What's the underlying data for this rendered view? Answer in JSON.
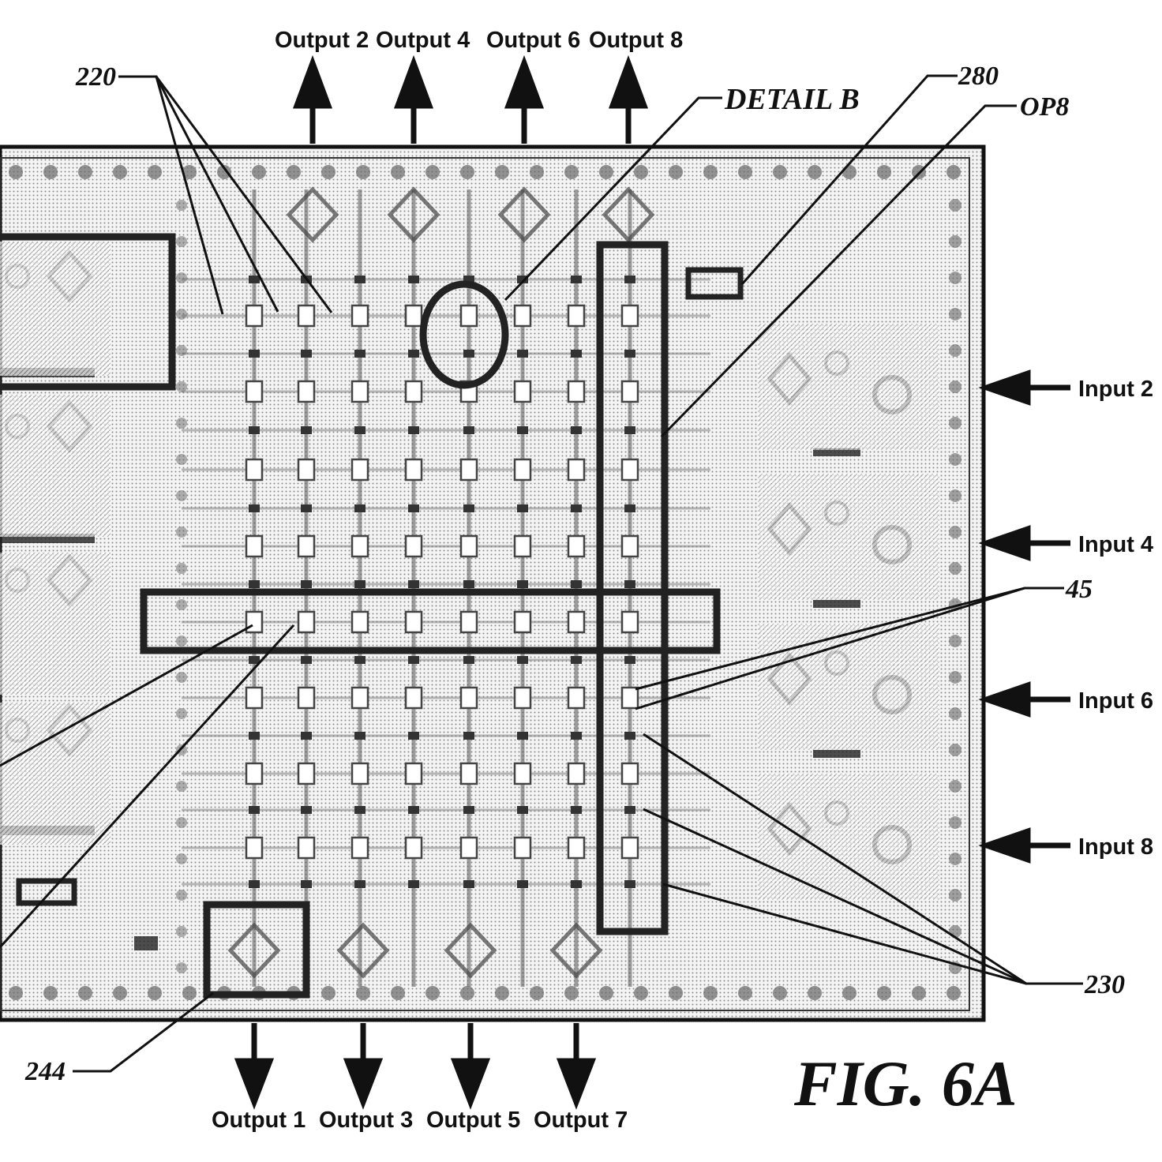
{
  "figure": {
    "title": "FIG. 6A",
    "outputs_top": [
      "Output 2",
      "Output 4",
      "Output 6",
      "Output 8"
    ],
    "outputs_bottom": [
      "Output 1",
      "Output 3",
      "Output 5",
      "Output 7"
    ],
    "inputs_right": [
      "Input 2",
      "Input 4",
      "Input 6",
      "Input 8"
    ],
    "refs": {
      "r220": "220",
      "detail_b": "DETAIL B",
      "r280": "280",
      "op8": "OP8",
      "r45": "45",
      "r230": "230",
      "r244": "244"
    }
  },
  "colors": {
    "ink": "#111111",
    "hatch": "#8a8a8a",
    "pad": "#555555",
    "background": "#ffffff"
  }
}
